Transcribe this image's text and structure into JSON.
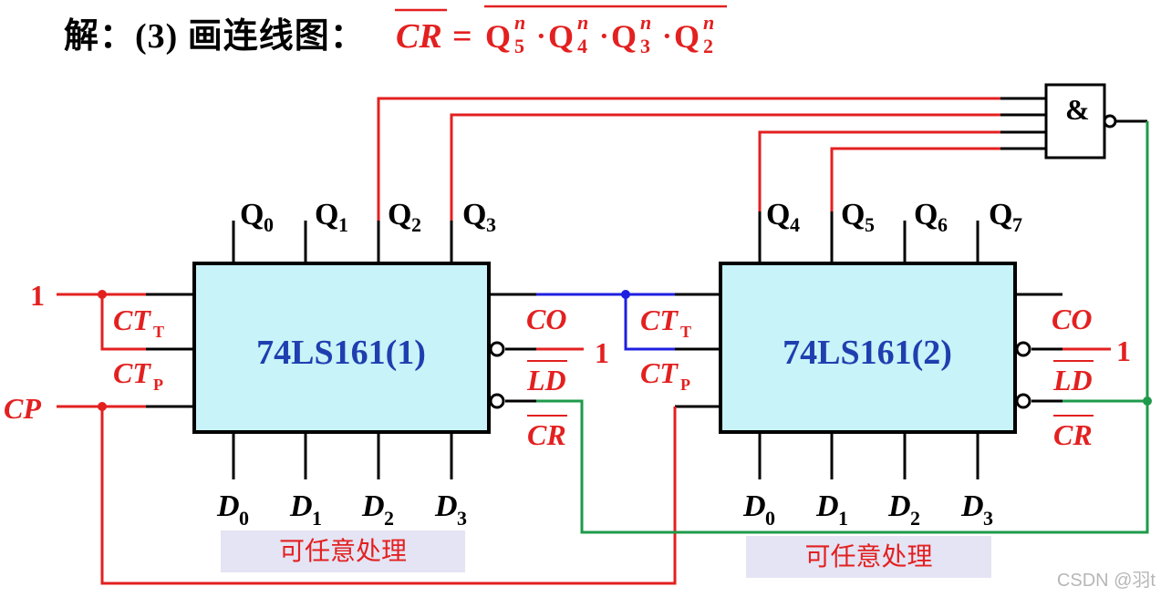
{
  "title": {
    "prefix": "解：(3) 画连线图：",
    "expr_lhs": "CR",
    "expr_eq": "=",
    "expr_rhs": [
      {
        "q": "Q",
        "sub": "5",
        "sup": "n"
      },
      {
        "q": "Q",
        "sub": "4",
        "sup": "n"
      },
      {
        "q": "Q",
        "sub": "3",
        "sup": "n"
      },
      {
        "q": "Q",
        "sub": "2",
        "sup": "n"
      }
    ],
    "dot": "·"
  },
  "chips": [
    {
      "name": "74LS161(1)",
      "outputs": [
        {
          "main": "Q",
          "sub": "0"
        },
        {
          "main": "Q",
          "sub": "1"
        },
        {
          "main": "Q",
          "sub": "2"
        },
        {
          "main": "Q",
          "sub": "3"
        }
      ],
      "inputs": [
        {
          "main": "D",
          "sub": "0"
        },
        {
          "main": "D",
          "sub": "1"
        },
        {
          "main": "D",
          "sub": "2"
        },
        {
          "main": "D",
          "sub": "3"
        }
      ],
      "ctt": {
        "main": "CT",
        "sub": "T"
      },
      "ctp": {
        "main": "CT",
        "sub": "P"
      },
      "co": "CO",
      "ld": "LD",
      "cr": "CR",
      "ld_value": "1",
      "note": "可任意处理"
    },
    {
      "name": "74LS161(2)",
      "outputs": [
        {
          "main": "Q",
          "sub": "4"
        },
        {
          "main": "Q",
          "sub": "5"
        },
        {
          "main": "Q",
          "sub": "6"
        },
        {
          "main": "Q",
          "sub": "7"
        }
      ],
      "inputs": [
        {
          "main": "D",
          "sub": "0"
        },
        {
          "main": "D",
          "sub": "1"
        },
        {
          "main": "D",
          "sub": "2"
        },
        {
          "main": "D",
          "sub": "3"
        }
      ],
      "ctt": {
        "main": "CT",
        "sub": "T"
      },
      "ctp": {
        "main": "CT",
        "sub": "P"
      },
      "co": "CO",
      "ld": "LD",
      "cr": "CR",
      "ld_value": "1",
      "note": "可任意处理"
    }
  ],
  "ext_inputs": {
    "one": "1",
    "cp": "CP"
  },
  "gate": {
    "symbol": "&"
  },
  "watermark": "CSDN @羽t",
  "colors": {
    "wire_red": "#e32020",
    "wire_blue": "#1f1fe0",
    "wire_green": "#1e9a4a",
    "chip_fill": "#c8f3f8",
    "chip_text": "#1f3fb0",
    "note_bg": "#e4e4f4"
  }
}
